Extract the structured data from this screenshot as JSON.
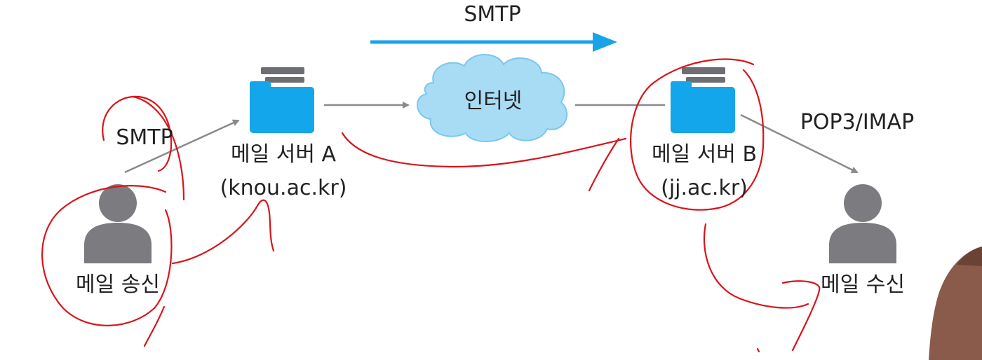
{
  "diagram": {
    "top_protocol_label": "SMTP",
    "internet_label": "인터넷",
    "sender": {
      "label": "메일 송신",
      "protocol_label": "SMTP"
    },
    "server_a": {
      "name": "메일 서버 A",
      "domain": "(knou.ac.kr)"
    },
    "server_b": {
      "name": "메일 서버 B",
      "domain": "(jj.ac.kr)"
    },
    "receiver": {
      "label": "메일 수신",
      "protocol_label": "POP3/IMAP"
    }
  },
  "colors": {
    "accent_arrow": "#1aa3e8",
    "folder_fill": "#14a6ea",
    "paper_fill": "#6d6e73",
    "connector": "#8a8a8a",
    "person": "#7b7b80",
    "cloud_fill": "#a8dcf5",
    "annotation": "#d8141b",
    "text": "#222222"
  },
  "icons": {
    "server_icon": "folder-server-icon",
    "user_icon": "person-icon",
    "cloud_icon": "cloud-icon"
  }
}
